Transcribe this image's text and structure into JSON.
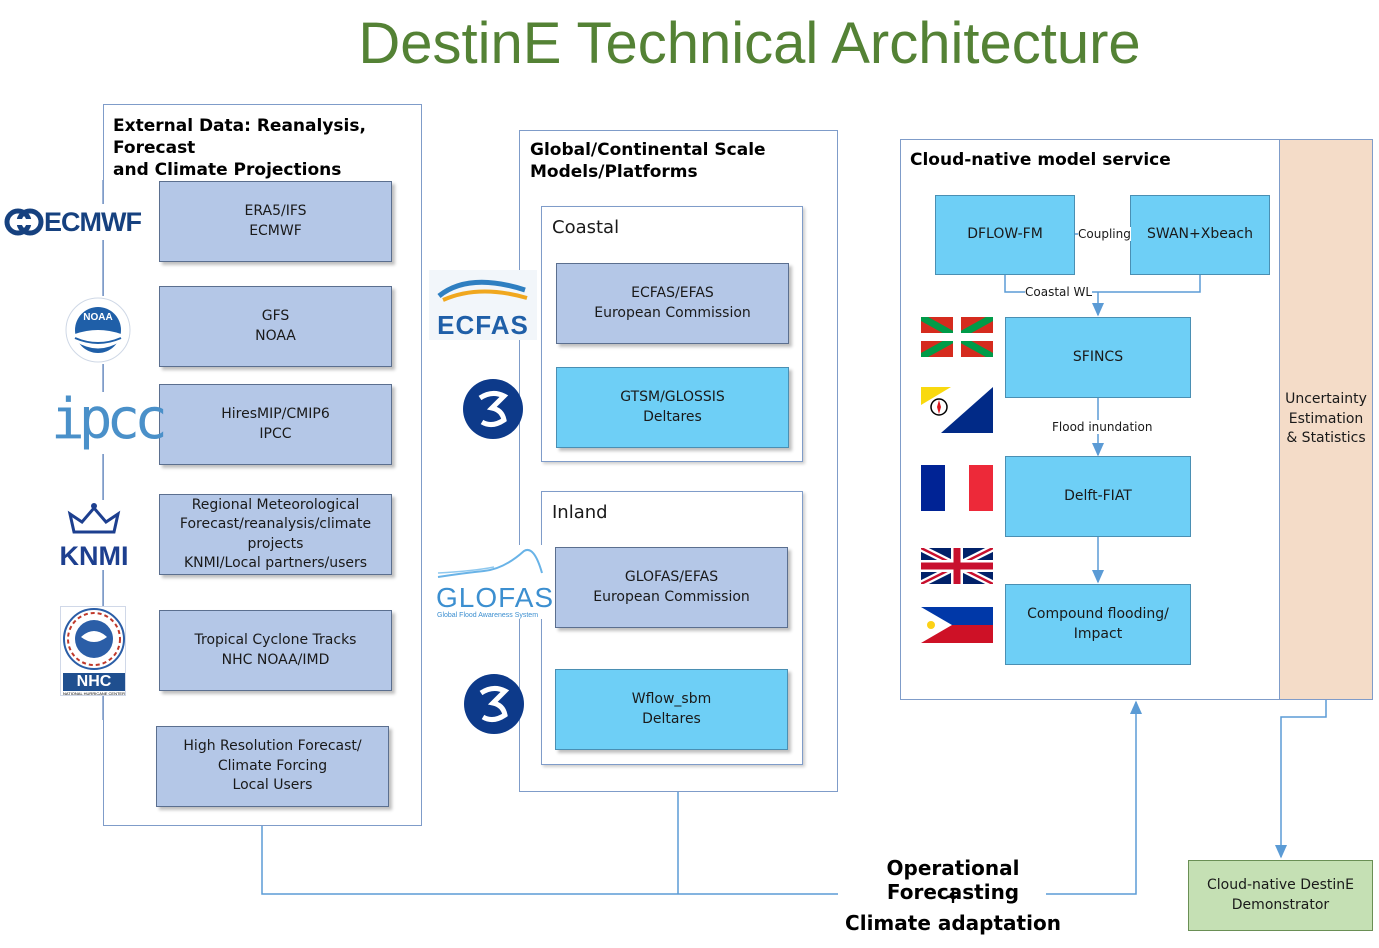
{
  "title": "DestinE Technical Architecture",
  "external": {
    "title": "External Data: Reanalysis, Forecast\nand Climate Projections",
    "boxes": [
      "ERA5/IFS\nECMWF",
      "GFS\nNOAA",
      "HiresMIP/CMIP6\nIPCC",
      "Regional Meteorological\nForecast/reanalysis/climate\nprojects\nKNMI/Local partners/users",
      "Tropical Cyclone Tracks\nNHC NOAA/IMD",
      "High Resolution Forecast/\nClimate Forcing\nLocal Users"
    ],
    "logos": {
      "ecmwf": "ECMWF",
      "noaa": "NOAA",
      "ipcc": "ipcc",
      "knmi": "KNMI",
      "nhc_ring": "NATIONAL WEATHER SERVICE",
      "nhc": "NHC",
      "nhc_sub": "NATIONAL HURRICANE CENTER"
    }
  },
  "global": {
    "title": "Global/Continental Scale\nModels/Platforms",
    "coastal": {
      "label": "Coastal",
      "boxes": [
        "ECFAS/EFAS\nEuropean Commission",
        "GTSM/GLOSSIS\nDeltares"
      ]
    },
    "inland": {
      "label": "Inland",
      "boxes": [
        "GLOFAS/EFAS\nEuropean Commission",
        "Wflow_sbm\nDeltares"
      ]
    },
    "logos": {
      "ecfas": "ECFAS",
      "glofas": "GLOFAS",
      "glofas_sub": "Global Flood Awareness System"
    }
  },
  "cloud": {
    "title": "Cloud-native model service",
    "boxes": {
      "dflow": "DFLOW-FM",
      "swan": "SWAN+Xbeach",
      "sfincs": "SFINCS",
      "fiat": "Delft-FIAT",
      "compound": "Compound flooding/\nImpact"
    },
    "labels": {
      "coupling": "Coupling",
      "coastal_wl": "Coastal WL",
      "flood_inundation": "Flood inundation"
    },
    "uncertainty": "Uncertainty\nEstimation\n& Statistics"
  },
  "demonstrator": "Cloud-native DestinE\nDemonstrator",
  "bottom": {
    "line1": "Operational Forecasting",
    "plus": "+",
    "line2": "Climate adaptation"
  },
  "colors": {
    "title": "#548235",
    "light_box": "#b4c7e7",
    "cyan_box": "#6ecff6",
    "uncertainty": "#f4dcc8",
    "demonstrator": "#c5e0b4",
    "connector": "#5b9bd5"
  }
}
